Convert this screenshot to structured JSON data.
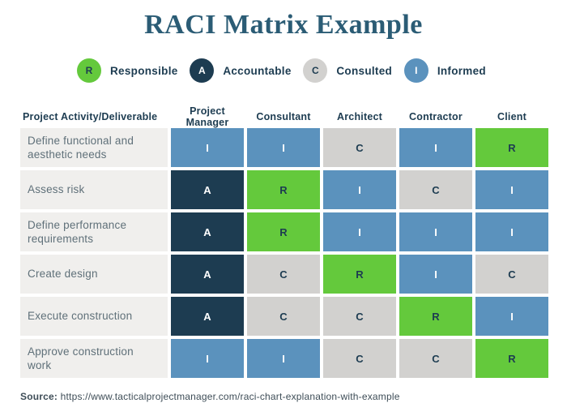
{
  "title": "RACI Matrix Example",
  "legend": {
    "items": [
      {
        "letter": "R",
        "label": "Responsible"
      },
      {
        "letter": "A",
        "label": "Accountable"
      },
      {
        "letter": "C",
        "label": "Consulted"
      },
      {
        "letter": "I",
        "label": "Informed"
      }
    ]
  },
  "table": {
    "headers": [
      "Project Activity/Deliverable",
      "Project Manager",
      "Consultant",
      "Architect",
      "Contractor",
      "Client"
    ],
    "rows": [
      {
        "activity": "Define functional and aesthetic needs",
        "cells": [
          "I",
          "I",
          "C",
          "I",
          "R"
        ]
      },
      {
        "activity": "Assess risk",
        "cells": [
          "A",
          "R",
          "I",
          "C",
          "I"
        ]
      },
      {
        "activity": "Define performance requirements",
        "cells": [
          "A",
          "R",
          "I",
          "I",
          "I"
        ]
      },
      {
        "activity": "Create design",
        "cells": [
          "A",
          "C",
          "R",
          "I",
          "C"
        ]
      },
      {
        "activity": "Execute construction",
        "cells": [
          "A",
          "C",
          "C",
          "R",
          "I"
        ]
      },
      {
        "activity": "Approve construction work",
        "cells": [
          "I",
          "I",
          "C",
          "C",
          "R"
        ]
      }
    ]
  },
  "footer": {
    "source_label": "Source:",
    "source_url": "https://www.tacticalprojectmanager.com/raci-chart-explanation-with-example"
  },
  "colors": {
    "responsible": "#64c93c",
    "accountable": "#1d3c51",
    "consulted": "#d2d1cf",
    "informed": "#5b92bd",
    "title-text": "#2b5c75",
    "header-text": "#1d3c51",
    "activity-text": "#5f7079",
    "activity-row-bg": "#f0efed",
    "footer-text": "#3e4d57",
    "letter-on-dark": "#ffffff",
    "letter-on-light": "#1d3c51"
  }
}
